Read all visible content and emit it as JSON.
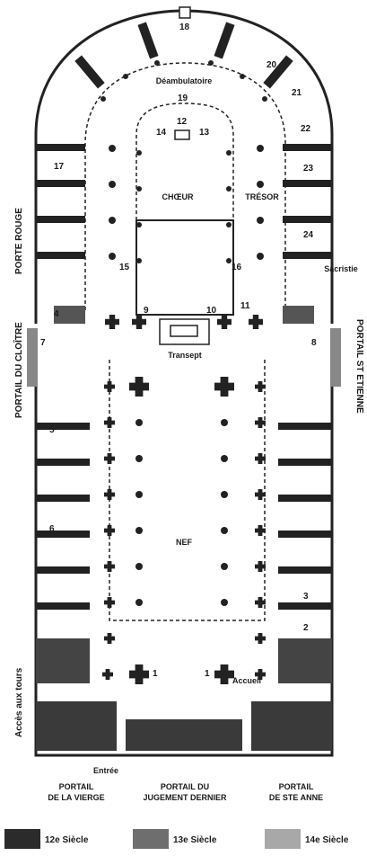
{
  "areas": {
    "deambulatoire": "Déambulatoire",
    "choeur": "CHŒUR",
    "tresor": "TRÉSOR",
    "sacristie": "Sacristie",
    "transept": "Transept",
    "nef": "NEF",
    "accueil": "Accueil",
    "entree": "Entrée"
  },
  "side_labels": {
    "porte_rouge": "PORTE ROUGE",
    "portail_cloitre": "PORTAIL DU CLOÎTRE",
    "portail_etienne": "PORTAIL ST ETIENNE",
    "acces_tours": "Accès aux tours"
  },
  "portals": {
    "vierge": [
      "PORTAIL",
      "DE LA VIERGE"
    ],
    "jugement": [
      "PORTAIL DU",
      "JUGEMENT DERNIER"
    ],
    "anne": [
      "PORTAIL",
      "DE STE ANNE"
    ]
  },
  "numbers": {
    "n1": "1",
    "n2": "2",
    "n3": "3",
    "n4": "4",
    "n5": "5",
    "n6": "6",
    "n7": "7",
    "n8": "8",
    "n9": "9",
    "n10": "10",
    "n11": "11",
    "n12": "12",
    "n13": "13",
    "n14": "14",
    "n15": "15",
    "n16": "16",
    "n17": "17",
    "n18": "18",
    "n19": "19",
    "n20": "20",
    "n21": "21",
    "n22": "22",
    "n23": "23",
    "n24": "24"
  },
  "legend": [
    {
      "label": "12e Siècle",
      "color": "#2b2b2b"
    },
    {
      "label": "13e Siècle",
      "color": "#6e6e6e"
    },
    {
      "label": "14e Siècle",
      "color": "#a8a8a8"
    }
  ]
}
